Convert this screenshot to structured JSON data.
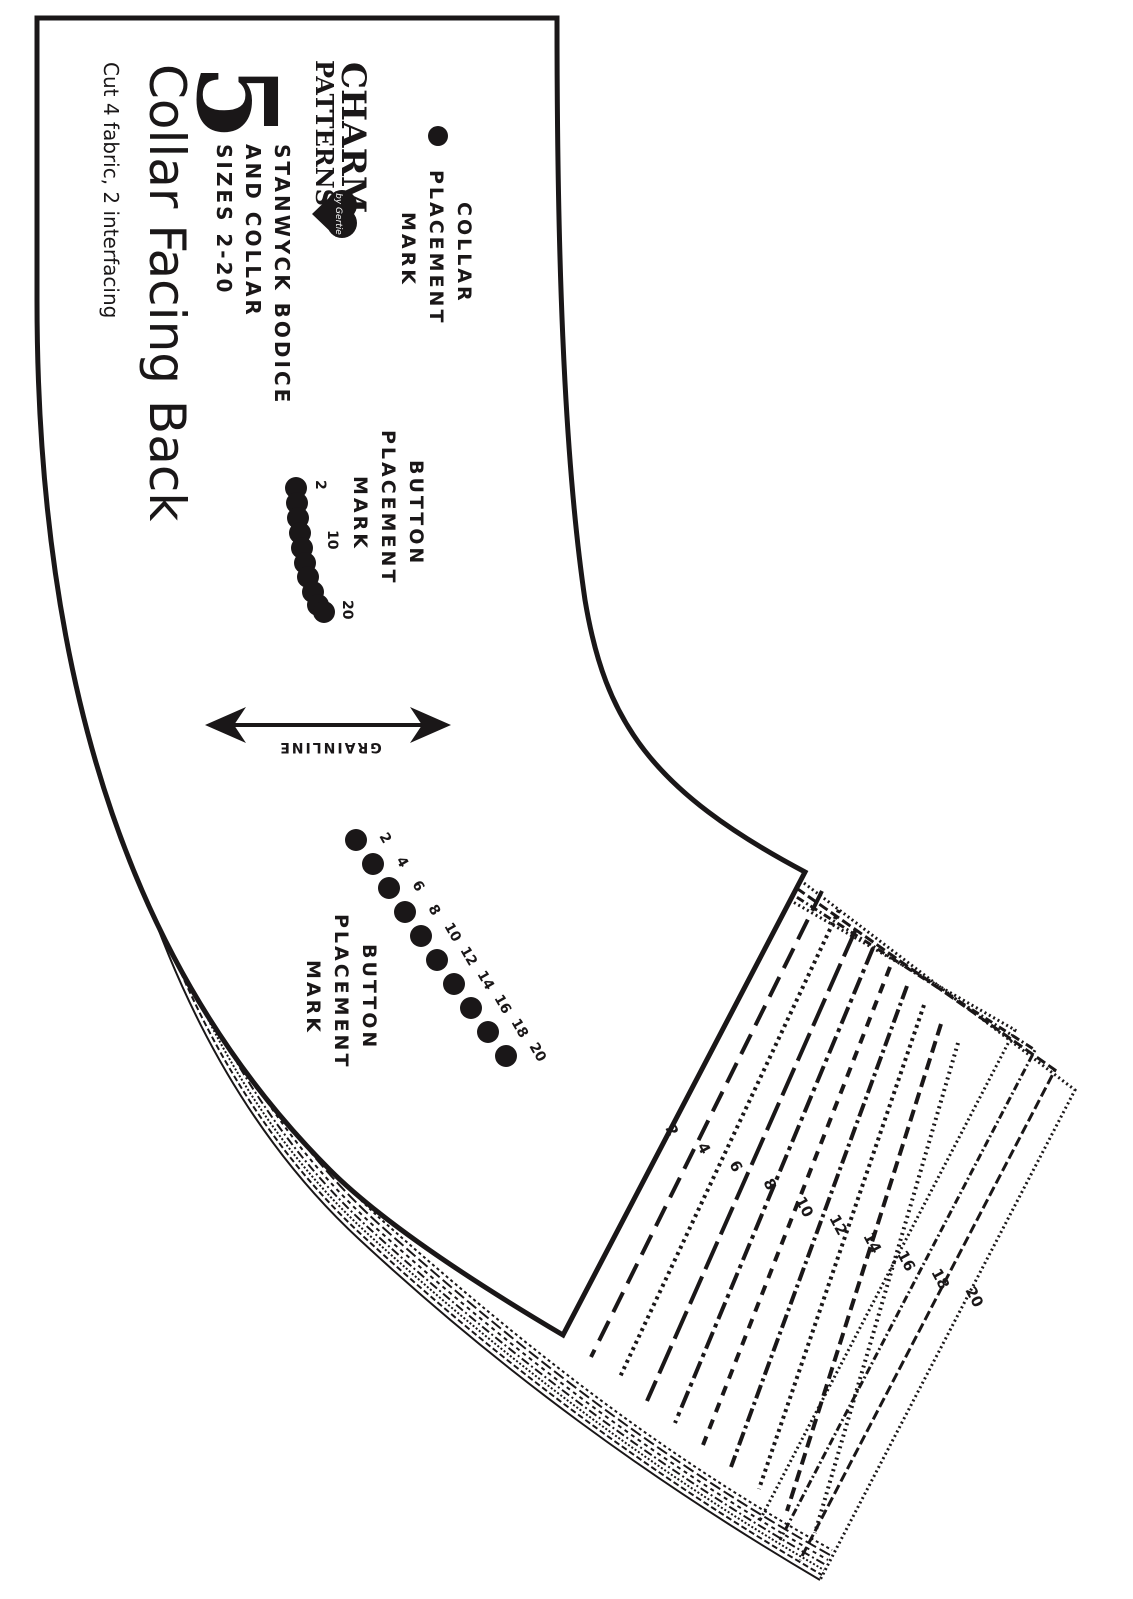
{
  "piece": {
    "title": "Collar Facing Back",
    "cut_instructions": "Cut 4 fabric, 2 interfacing",
    "pattern_name": "STANWYCK BODICE",
    "pattern_name_2": "AND COLLAR",
    "size_range": "SIZES 2-20",
    "issue_number": "5",
    "outline_color": "#1a1718"
  },
  "logo": {
    "line1": "CHARM",
    "line2": "PATTERNS",
    "badge": "by Gertie"
  },
  "collar_mark": {
    "line1": "COLLAR",
    "line2": "PLACEMENT",
    "line3": "MARK"
  },
  "button_mark_upper": {
    "line1": "BUTTON",
    "line2": "PLACEMENT",
    "line3": "MARK",
    "size_labels": [
      "2",
      "10",
      "20"
    ]
  },
  "grainline": {
    "label": "GRAINLINE"
  },
  "button_mark_lower": {
    "line1": "BUTTON",
    "line2": "PLACEMENT",
    "line3": "MARK",
    "size_labels": [
      "2",
      "4",
      "6",
      "8",
      "10",
      "12",
      "14",
      "16",
      "18",
      "20"
    ]
  },
  "size_lines": {
    "labels": [
      "2",
      "4",
      "6",
      "8",
      "10",
      "12",
      "14",
      "16",
      "18",
      "20"
    ]
  }
}
